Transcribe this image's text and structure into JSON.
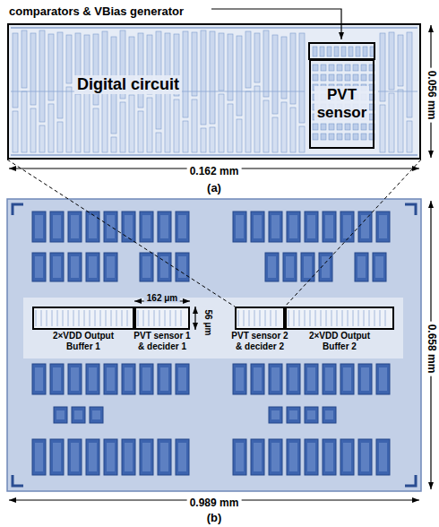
{
  "diagram": {
    "nodes": [
      {
        "text": [
          "Digital circuit"
        ]
      },
      {
        "text": [
          "PVT sensor"
        ],
        "in": 0
      },
      {
        "text": [
          "2×VDD Output Buffer 1"
        ]
      },
      {
        "text": [
          "PVT sensor 1 & decider 1"
        ]
      },
      {
        "text": [
          "PVT sensor 2 & decider 2"
        ]
      },
      {
        "text": [
          "2×VDD Output Buffer 2"
        ]
      }
    ],
    "edges": [
      {
        "from": 0,
        "to": 4,
        "arrow": "none"
      },
      {
        "from": 0,
        "to": 4,
        "arrow": "none"
      }
    ],
    "labels": [
      "comparators & VBias generator",
      "0.056 mm",
      "0.162 mm",
      "(a)",
      "162 μm",
      "56 μm",
      "0.658 mm",
      "0.989 mm",
      "(b)"
    ]
  }
}
